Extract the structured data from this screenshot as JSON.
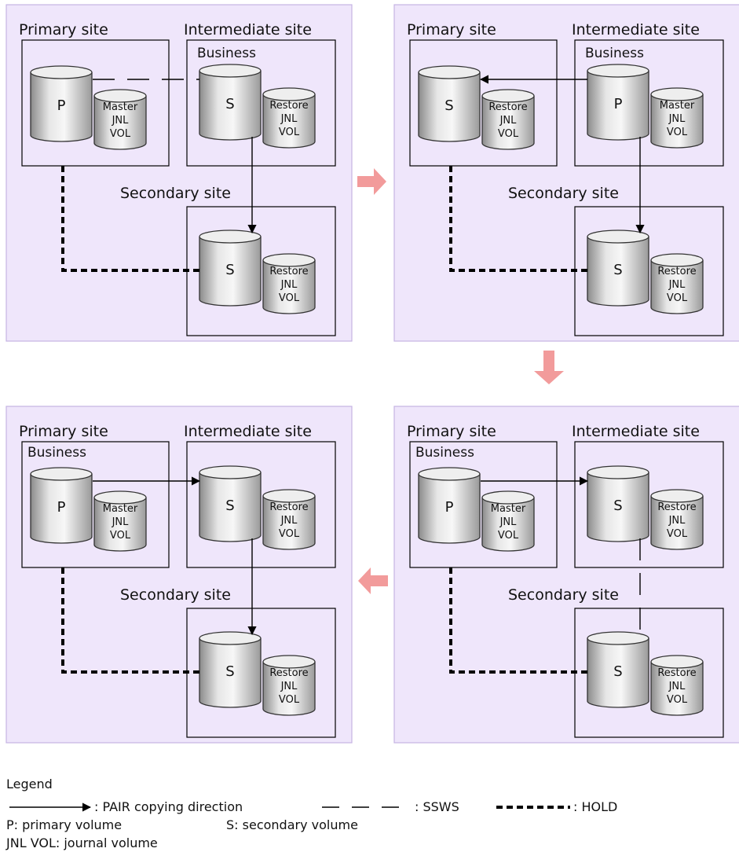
{
  "panels": [
    {
      "primary": {
        "title": "Primary site",
        "business": "",
        "vol": "P",
        "jnl": [
          "Master",
          "JNL",
          "VOL"
        ]
      },
      "intermediate": {
        "title": "Intermediate site",
        "business": "Business",
        "vol": "S",
        "jnl": [
          "Restore",
          "JNL",
          "VOL"
        ]
      },
      "secondary": {
        "title": "Secondary site",
        "vol": "S",
        "jnl": [
          "Restore",
          "JNL",
          "VOL"
        ]
      }
    },
    {
      "primary": {
        "title": "Primary site",
        "business": "",
        "vol": "S",
        "jnl": [
          "Restore",
          "JNL",
          "VOL"
        ]
      },
      "intermediate": {
        "title": "Intermediate site",
        "business": "Business",
        "vol": "P",
        "jnl": [
          "Master",
          "JNL",
          "VOL"
        ]
      },
      "secondary": {
        "title": "Secondary site",
        "vol": "S",
        "jnl": [
          "Restore",
          "JNL",
          "VOL"
        ]
      }
    },
    {
      "primary": {
        "title": "Primary site",
        "business": "Business",
        "vol": "P",
        "jnl": [
          "Master",
          "JNL",
          "VOL"
        ]
      },
      "intermediate": {
        "title": "Intermediate site",
        "business": "",
        "vol": "S",
        "jnl": [
          "Restore",
          "JNL",
          "VOL"
        ]
      },
      "secondary": {
        "title": "Secondary site",
        "vol": "S",
        "jnl": [
          "Restore",
          "JNL",
          "VOL"
        ]
      }
    },
    {
      "primary": {
        "title": "Primary site",
        "business": "Business",
        "vol": "P",
        "jnl": [
          "Master",
          "JNL",
          "VOL"
        ]
      },
      "intermediate": {
        "title": "Intermediate site",
        "business": "",
        "vol": "S",
        "jnl": [
          "Restore",
          "JNL",
          "VOL"
        ]
      },
      "secondary": {
        "title": "Secondary site",
        "vol": "S",
        "jnl": [
          "Restore",
          "JNL",
          "VOL"
        ]
      }
    }
  ],
  "legend": {
    "title": "Legend",
    "pair": ": PAIR copying direction",
    "ssws": ": SSWS",
    "hold": ": HOLD",
    "p_def": "P: primary volume",
    "s_def": "S: secondary volume",
    "jnl_def": "JNL VOL: journal volume"
  }
}
